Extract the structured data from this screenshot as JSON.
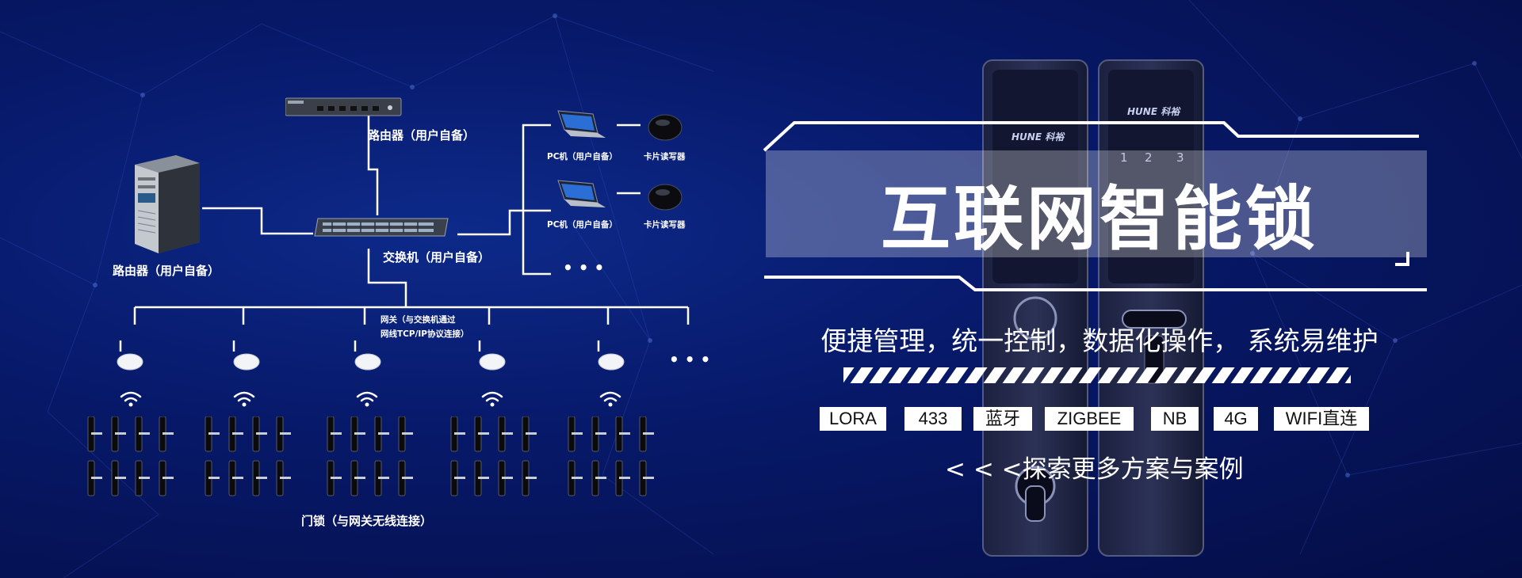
{
  "diagram": {
    "top_router_label": "路由器（用户自备）",
    "server_label": "路由器（用户自备）",
    "switch_label": "交换机（用户自备）",
    "pc_label_1": "PC机（用户自备）",
    "pc_label_2": "PC机（用户自备）",
    "reader_label_1": "卡片读写器",
    "reader_label_2": "卡片读写器",
    "ellipsis": "• • •",
    "gateway_label_line1": "网关（与交换机通过",
    "gateway_label_line2": "网线TCP/IP协议连接）",
    "lock_label": "门锁（与网关无线连接）"
  },
  "product": {
    "brand": "HUNE 科裕",
    "keypad": [
      "1",
      "2",
      "3"
    ]
  },
  "hero": {
    "title": "互联网智能锁",
    "subtitle": "便捷管理，统一控制，数据化操作，  系统易维护",
    "tags": [
      "LORA",
      "433",
      "蓝牙",
      "ZIGBEE",
      "NB",
      "4G",
      "WIFI直连"
    ],
    "cta": "< < <探索更多方案与案例"
  },
  "colors": {
    "line": "#ffffff",
    "bg_dark": "#040d45",
    "bg_mid": "#0d2a8a"
  }
}
